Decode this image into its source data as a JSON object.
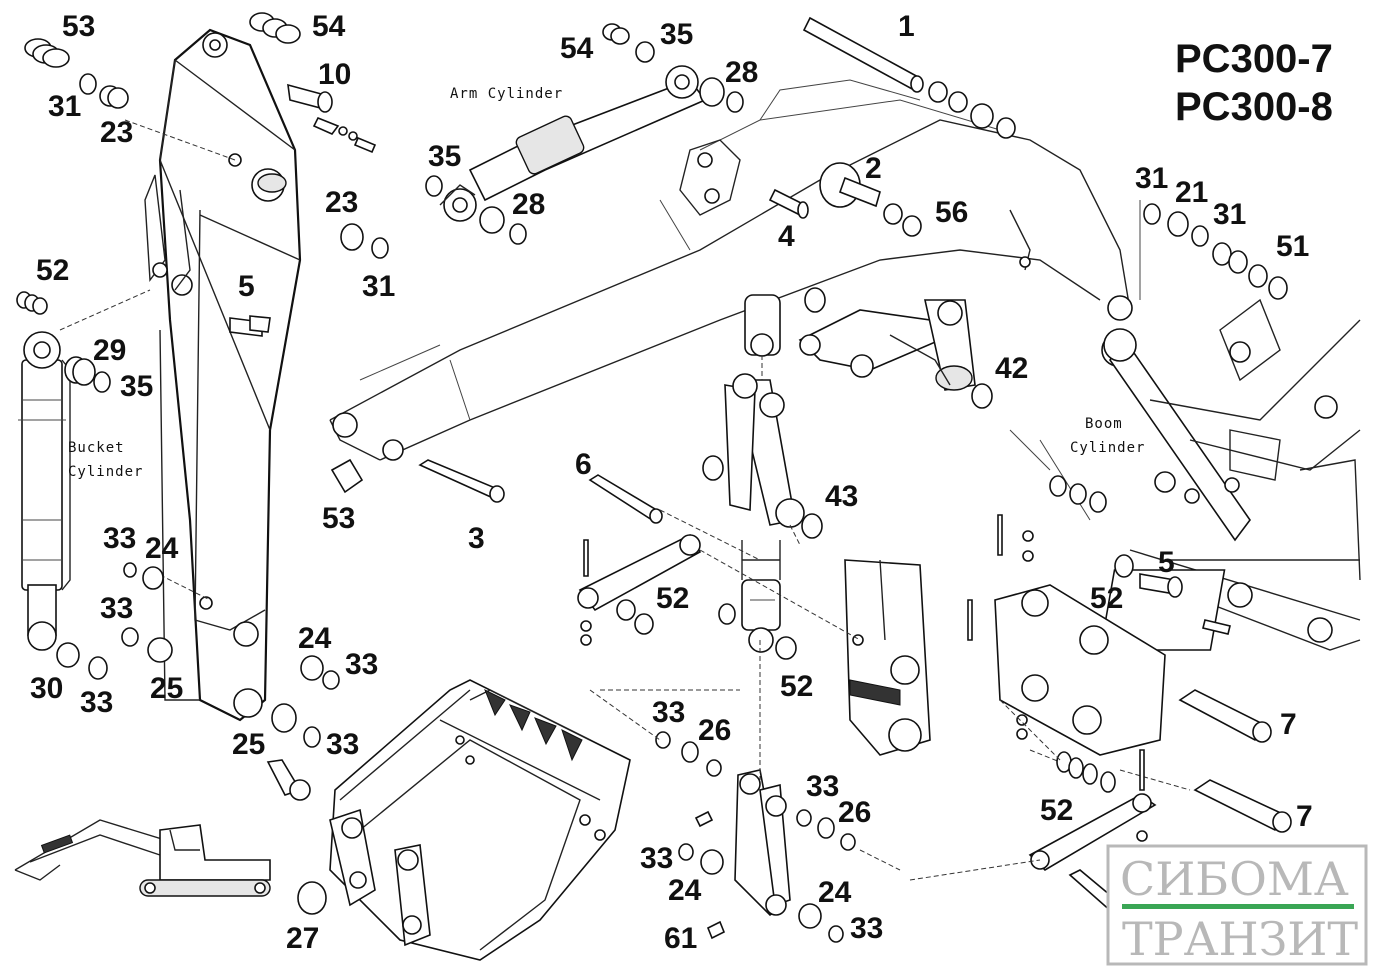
{
  "model_lines": [
    "PC300-7",
    "PC300-8"
  ],
  "cylinder_labels": {
    "arm": "Arm Cylinder",
    "bucket_line1": "Bucket",
    "bucket_line2": "Cylinder",
    "boom_line1": "Boom",
    "boom_line2": "Cylinder"
  },
  "callouts": [
    "53",
    "54",
    "31",
    "23",
    "10",
    "23",
    "31",
    "52",
    "5",
    "29",
    "35",
    "54",
    "35",
    "28",
    "35",
    "28",
    "1",
    "2",
    "4",
    "56",
    "31",
    "21",
    "31",
    "51",
    "42",
    "43",
    "6",
    "53",
    "3",
    "33",
    "24",
    "33",
    "25",
    "30",
    "33",
    "24",
    "33",
    "25",
    "33",
    "52",
    "52",
    "5",
    "52",
    "7",
    "7",
    "52",
    "33",
    "26",
    "33",
    "26",
    "33",
    "24",
    "24",
    "33",
    "61",
    "27"
  ],
  "watermark": {
    "line1": "СИБОМА",
    "line2": "ТРАНЗИТ",
    "accent_color": "#3aa655",
    "text_color": "#b8b8b8"
  }
}
